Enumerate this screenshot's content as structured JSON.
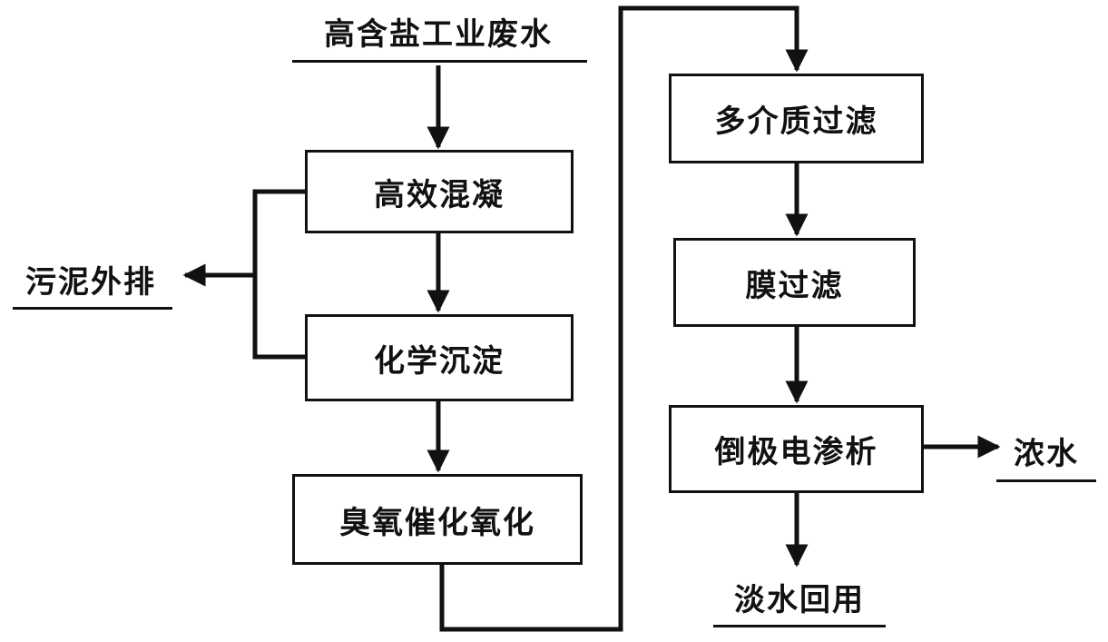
{
  "nodes": {
    "input": "高含盐工业废水",
    "coagulation": "高效混凝",
    "precipitation": "化学沉淀",
    "ozone": "臭氧催化氧化",
    "sludge": "污泥外排",
    "multimedia": "多介质过滤",
    "membrane": "膜过滤",
    "edr": "倒极电渗析",
    "concentrate": "浓水",
    "fresh": "淡水回用"
  },
  "colors": {
    "line": "#111111",
    "background": "#ffffff"
  }
}
